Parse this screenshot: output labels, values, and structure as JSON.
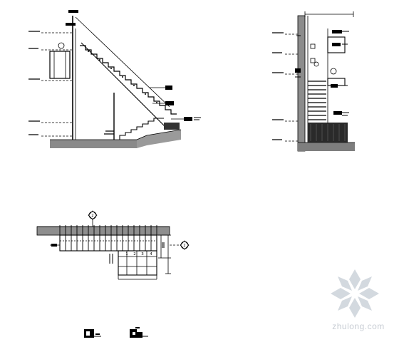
{
  "watermark": {
    "text": "zhulong.com",
    "color": "#c8cdd4"
  },
  "grid_numbers": [
    "1",
    "2",
    "3",
    "4"
  ],
  "section_markers": [
    {
      "name": "section-marker-top",
      "symbol": "2"
    },
    {
      "name": "section-marker-right",
      "symbol": "2"
    }
  ],
  "icons": [
    "section-symbol-a-icon",
    "section-symbol-b-icon",
    "watermark-flower-icon"
  ]
}
